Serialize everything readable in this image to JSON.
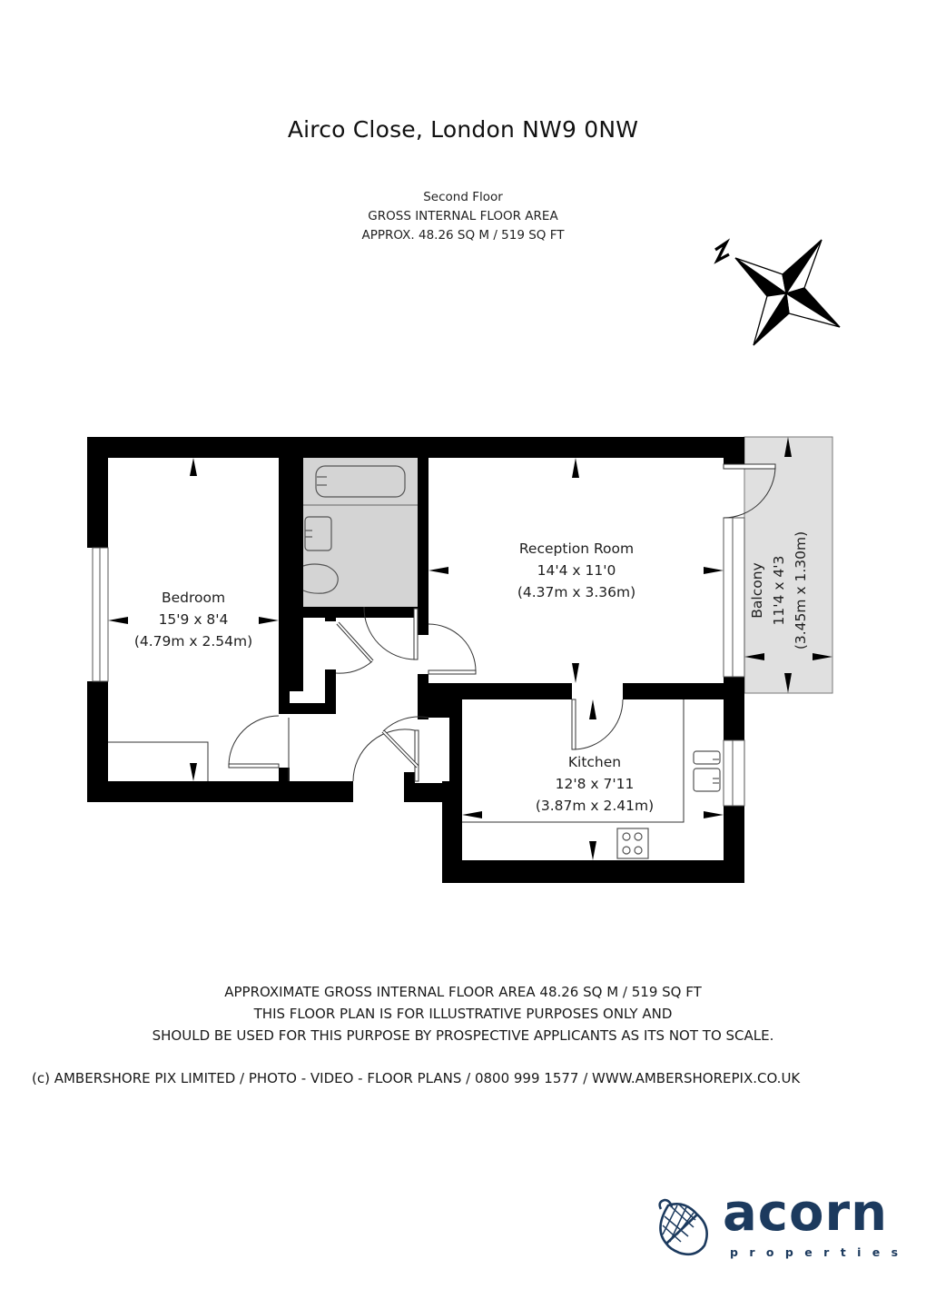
{
  "header": {
    "title": "Airco Close, London NW9 0NW",
    "floor": "Second Floor",
    "area_heading": "GROSS INTERNAL FLOOR AREA",
    "area_value": "APPROX. 48.26 SQ M / 519 SQ FT"
  },
  "compass": {
    "icon": "compass-rose-icon",
    "north_label": "N"
  },
  "rooms": {
    "bedroom": {
      "name": "Bedroom",
      "imperial": "15'9 x 8'4",
      "metric": "(4.79m x 2.54m)"
    },
    "reception": {
      "name": "Reception Room",
      "imperial": "14'4 x 11'0",
      "metric": "(4.37m x 3.36m)"
    },
    "kitchen": {
      "name": "Kitchen",
      "imperial": "12'8 x 7'11",
      "metric": "(3.87m x 2.41m)"
    },
    "balcony": {
      "name": "Balcony",
      "imperial": "11'4 x 4'3",
      "metric": "(3.45m x 1.30m)"
    }
  },
  "fixtures": [
    "bath-icon",
    "basin-icon",
    "toilet-icon",
    "sink-icon",
    "hob-icon"
  ],
  "colors": {
    "wall": "#000000",
    "bathroom_fill": "#d4d4d4",
    "balcony_fill": "#e0e0e0",
    "logo": "#1c3a5e"
  },
  "footer": {
    "disclaimer": [
      "APPROXIMATE GROSS INTERNAL FLOOR AREA 48.26 SQ M / 519 SQ FT",
      "THIS FLOOR PLAN IS FOR ILLUSTRATIVE PURPOSES ONLY AND",
      "SHOULD BE USED FOR THIS PURPOSE BY PROSPECTIVE APPLICANTS AS ITS NOT TO SCALE."
    ],
    "copyright": "(c) AMBERSHORE PIX LIMITED / PHOTO - VIDEO - FLOOR PLANS / 0800 999 1577 / WWW.AMBERSHOREPIX.CO.UK"
  },
  "logo": {
    "word": "acorn",
    "sub": "properties"
  }
}
